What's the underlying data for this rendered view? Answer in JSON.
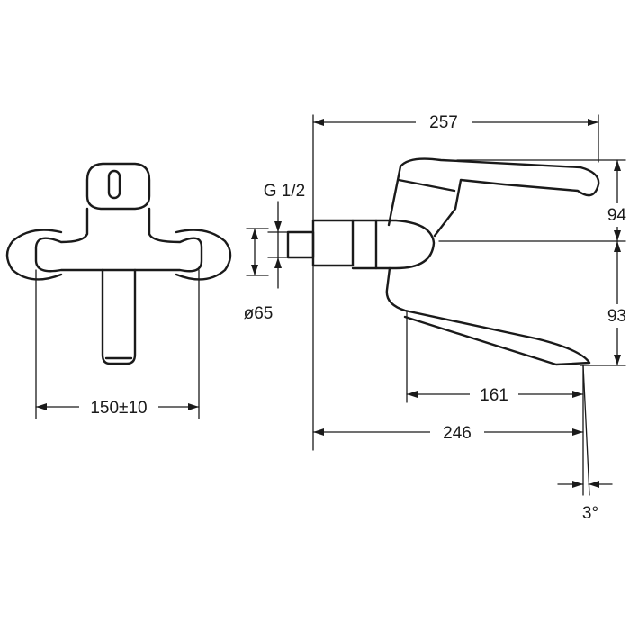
{
  "labels": {
    "width_front": "150±10",
    "thread": "G 1/2",
    "diameter": "ø65",
    "total_length": "257",
    "handle_height": "94",
    "spout_height": "93",
    "spout_reach_inner": "161",
    "spout_reach_outer": "246",
    "angle": "3°"
  }
}
